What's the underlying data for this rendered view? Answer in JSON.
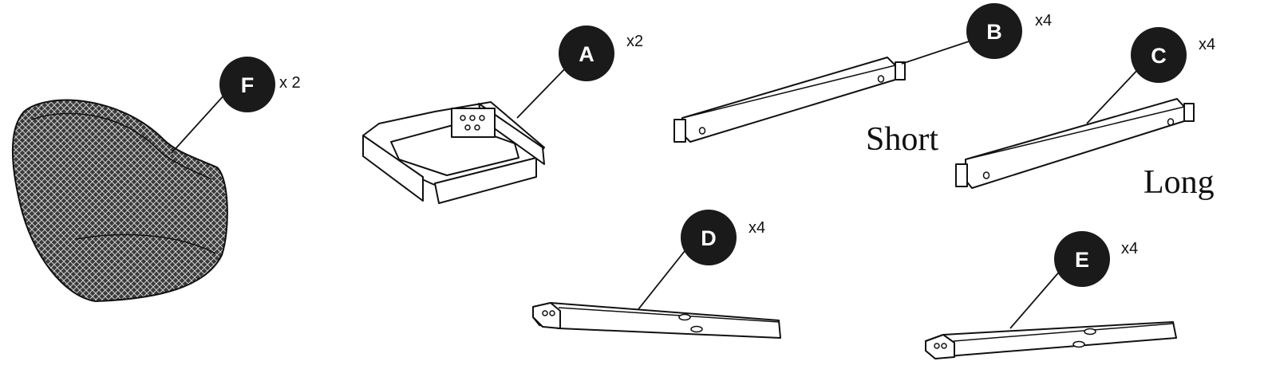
{
  "parts": [
    {
      "letter": "F",
      "qty": "x 2",
      "color": "#1a1a1a"
    },
    {
      "letter": "A",
      "qty": "x2",
      "color": "#1a1a1a"
    },
    {
      "letter": "B",
      "qty": "x4",
      "label": "Short",
      "color": "#1a1a1a"
    },
    {
      "letter": "C",
      "qty": "x4",
      "label": "Long",
      "color": "#1a1a1a"
    },
    {
      "letter": "D",
      "qty": "x4",
      "color": "#1a1a1a"
    },
    {
      "letter": "E",
      "qty": "x4",
      "color": "#1a1a1a"
    }
  ]
}
